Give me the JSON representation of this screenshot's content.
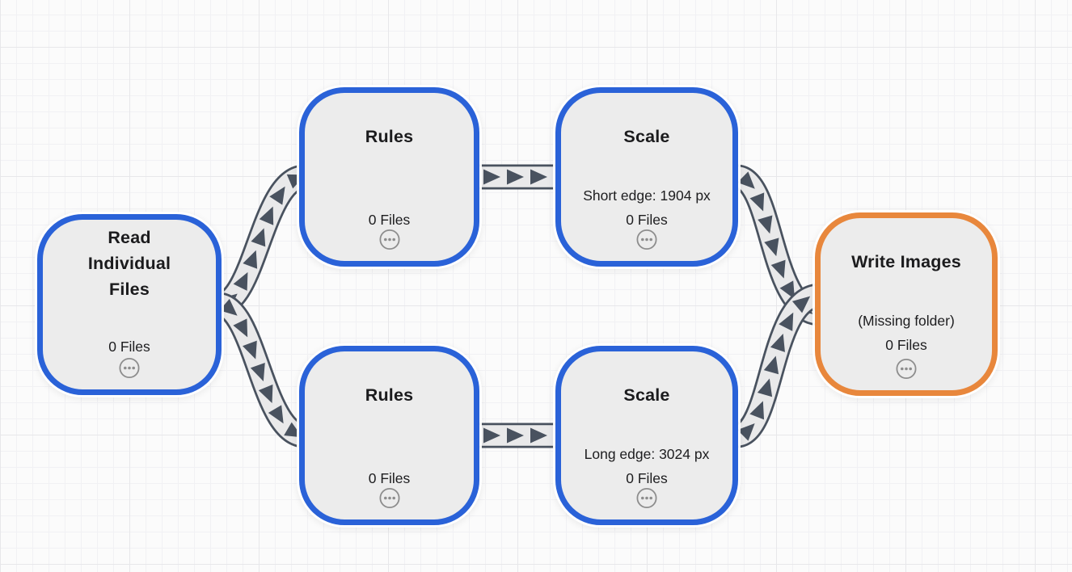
{
  "canvas": {
    "background": "#fbfbfb",
    "grid_minor": "#f1f1f4",
    "grid_major": "#e7e7ea"
  },
  "colors": {
    "node_fill": "#ececec",
    "node_border_blue": "#2a62d8",
    "node_border_orange": "#e8873c",
    "connector_fill": "#e9e9ea",
    "connector_outline": "#49525f",
    "connector_arrow": "#49525f",
    "ellipsis_gray": "#8d8d8d"
  },
  "icons": {
    "node_options": "ellipsis-in-circle"
  },
  "nodes": [
    {
      "id": "read",
      "title": "Read Individual Files",
      "sublabel": "",
      "files_label": "0 Files",
      "accent": "blue"
    },
    {
      "id": "rules-top",
      "title": "Rules",
      "sublabel": "",
      "files_label": "0 Files",
      "accent": "blue"
    },
    {
      "id": "scale-top",
      "title": "Scale",
      "sublabel": "Short edge: 1904 px",
      "files_label": "0 Files",
      "accent": "blue"
    },
    {
      "id": "rules-bottom",
      "title": "Rules",
      "sublabel": "",
      "files_label": "0 Files",
      "accent": "blue"
    },
    {
      "id": "scale-bottom",
      "title": "Scale",
      "sublabel": "Long edge: 3024 px",
      "files_label": "0 Files",
      "accent": "blue"
    },
    {
      "id": "write",
      "title": "Write Images",
      "sublabel": "(Missing folder)",
      "files_label": "0 Files",
      "accent": "orange"
    }
  ],
  "connections": [
    {
      "from": "read",
      "to": "rules-top"
    },
    {
      "from": "read",
      "to": "rules-bottom"
    },
    {
      "from": "rules-top",
      "to": "scale-top"
    },
    {
      "from": "rules-bottom",
      "to": "scale-bottom"
    },
    {
      "from": "scale-top",
      "to": "write"
    },
    {
      "from": "scale-bottom",
      "to": "write"
    }
  ]
}
